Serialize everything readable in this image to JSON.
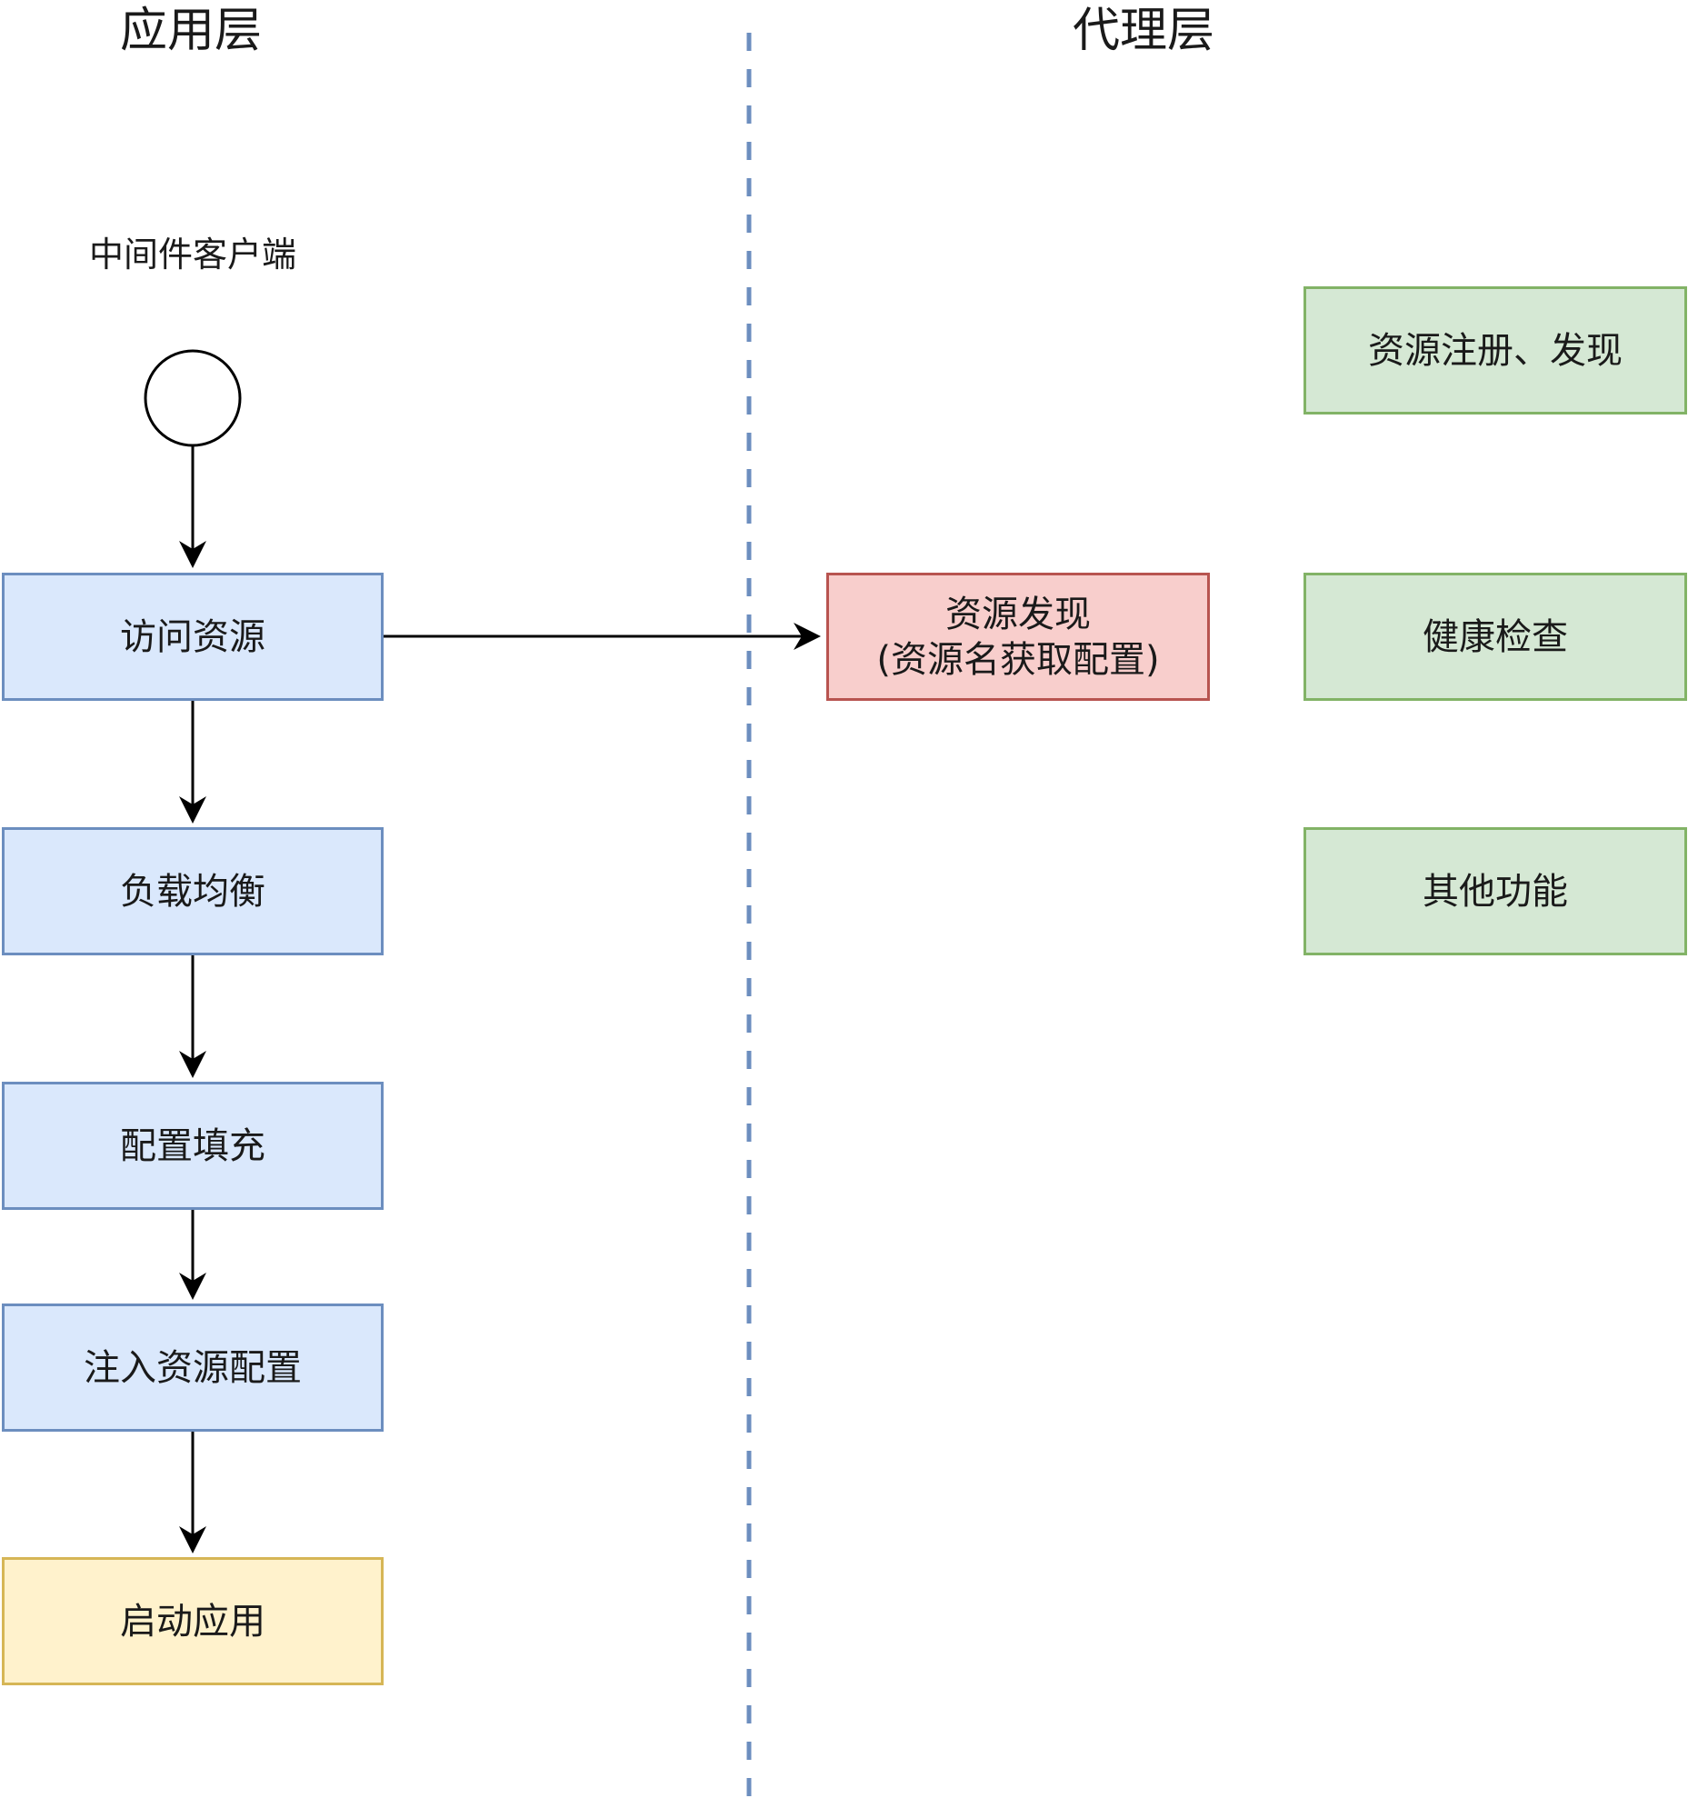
{
  "lanes": {
    "application": "应用层",
    "proxy": "代理层"
  },
  "client": {
    "label": "中间件客户端"
  },
  "app_flow": [
    {
      "id": "access",
      "label": "访问资源",
      "color": "#dae8fc"
    },
    {
      "id": "lb",
      "label": "负载均衡",
      "color": "#dae8fc"
    },
    {
      "id": "config_fill",
      "label": "配置填充",
      "color": "#dae8fc"
    },
    {
      "id": "inject",
      "label": "注入资源配置",
      "color": "#dae8fc"
    },
    {
      "id": "start",
      "label": "启动应用",
      "color": "#fff2cc"
    }
  ],
  "discovery": {
    "line1": "资源发现",
    "line2": "(资源名获取配置)",
    "color": "#f8cecc"
  },
  "proxy_features": [
    {
      "id": "register",
      "label": "资源注册、发现",
      "color": "#d5e8d4"
    },
    {
      "id": "health",
      "label": "健康检查",
      "color": "#d5e8d4"
    },
    {
      "id": "other",
      "label": "其他功能",
      "color": "#d5e8d4"
    }
  ],
  "edges": [
    {
      "from": "client",
      "to": "access"
    },
    {
      "from": "access",
      "to": "lb"
    },
    {
      "from": "lb",
      "to": "config_fill"
    },
    {
      "from": "config_fill",
      "to": "inject"
    },
    {
      "from": "inject",
      "to": "start"
    },
    {
      "from": "access",
      "to": "discovery"
    }
  ],
  "styles": {
    "divider_color": "#6c8ebf",
    "edge_color": "#000000"
  }
}
